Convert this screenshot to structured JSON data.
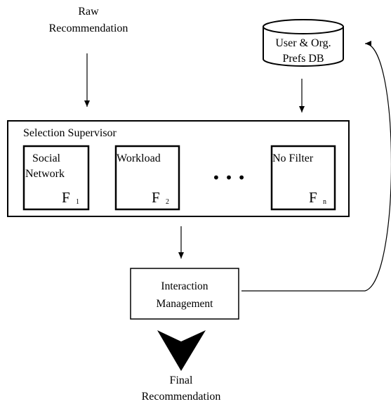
{
  "diagram": {
    "raw_recommendation": {
      "line1": "Raw",
      "line2": "Recommendation"
    },
    "prefs_db": {
      "line1": "User & Org.",
      "line2": "Prefs DB"
    },
    "supervisor": {
      "title": "Selection Supervisor"
    },
    "filters": [
      {
        "line1": "Social",
        "line2": "Network",
        "symbol": "F",
        "subscript": "1"
      },
      {
        "line1": "Workload",
        "line2": "",
        "symbol": "F",
        "subscript": "2"
      },
      {
        "line1": "No Filter",
        "line2": "",
        "symbol": "F",
        "subscript": "n"
      }
    ],
    "ellipsis": "• • •",
    "interaction": {
      "line1": "Interaction",
      "line2": "Management"
    },
    "final_recommendation": {
      "line1": "Final",
      "line2": "Recommendation"
    }
  }
}
